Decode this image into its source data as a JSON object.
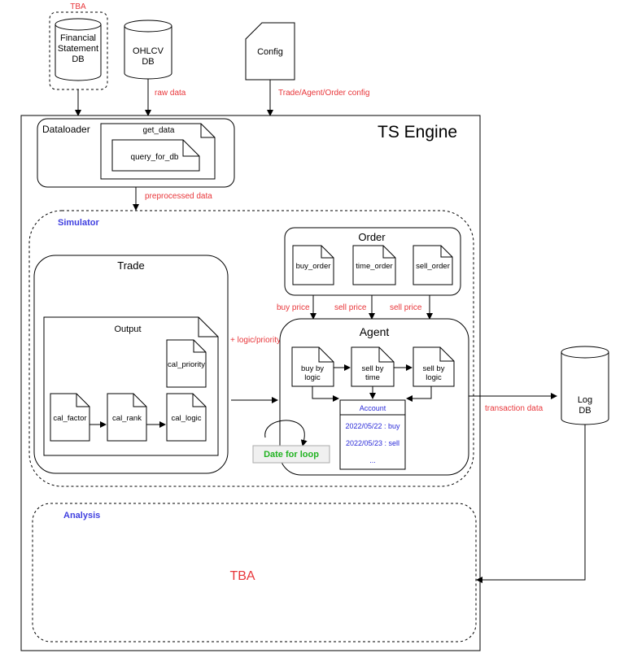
{
  "sources": {
    "tba_top": "TBA",
    "financial_db": [
      "Financial",
      "Statement",
      "DB"
    ],
    "ohlcv_db": [
      "OHLCV",
      "DB"
    ],
    "config": "Config"
  },
  "edges": {
    "raw_data": "raw data",
    "config_flow": "Trade/Agent/Order config",
    "preprocessed": "preprocessed data",
    "buy_price": "buy price",
    "sell_price_1": "sell price",
    "sell_price_2": "sell price",
    "logic_priority": "+ logic/priority",
    "transaction": "transaction data"
  },
  "engine": {
    "title": "TS Engine"
  },
  "dataloader": {
    "title": "Dataloader",
    "get_data": "get_data",
    "query": "query_for_db"
  },
  "simulator": {
    "title": "Simulator"
  },
  "trade": {
    "title": "Trade",
    "output": "Output",
    "cal_priority": "cal_priority",
    "cal_factor": "cal_factor",
    "cal_rank": "cal_rank",
    "cal_logic": "cal_logic"
  },
  "order": {
    "title": "Order",
    "buy_order": "buy_order",
    "time_order": "time_order",
    "sell_order": "sell_order"
  },
  "agent": {
    "title": "Agent",
    "buy_by_logic": [
      "buy by",
      "logic"
    ],
    "sell_by_time": [
      "sell by",
      "time"
    ],
    "sell_by_logic": [
      "sell by",
      "logic"
    ],
    "account": {
      "title": "Account",
      "rows": [
        "2022/05/22 : buy",
        "2022/05/23 : sell",
        "..."
      ]
    },
    "date_loop": "Date for loop"
  },
  "log_db": [
    "Log",
    "DB"
  ],
  "analysis": {
    "title": "Analysis",
    "body": "TBA"
  }
}
